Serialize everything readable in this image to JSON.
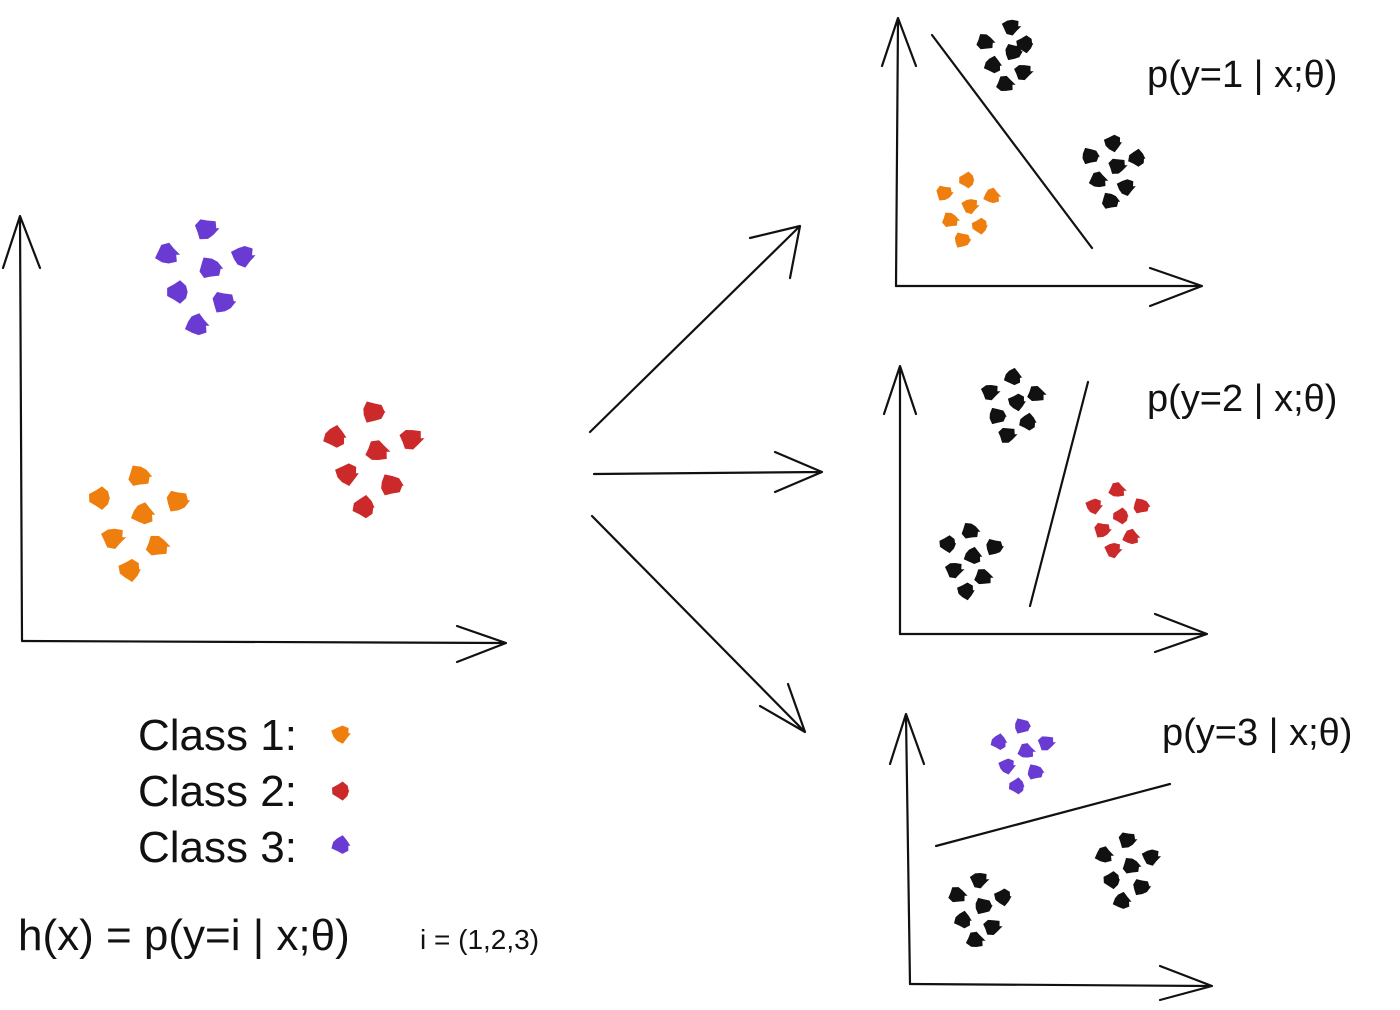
{
  "colors": {
    "ink": "#111111",
    "class1": "#ee7f0e",
    "class2": "#cc2a2a",
    "class3": "#6a3bd2",
    "other": "#111111"
  },
  "legend": {
    "class1": "Class 1:",
    "class2": "Class 2:",
    "class3": "Class 3:"
  },
  "formula": {
    "main": "h(x) = p(y=i | x;θ)",
    "index": "i = (1,2,3)"
  },
  "panels": {
    "p1": {
      "label": "p(y=1 | x;θ)"
    },
    "p2": {
      "label": "p(y=2 | x;θ)"
    },
    "p3": {
      "label": "p(y=3 | x;θ)"
    }
  }
}
